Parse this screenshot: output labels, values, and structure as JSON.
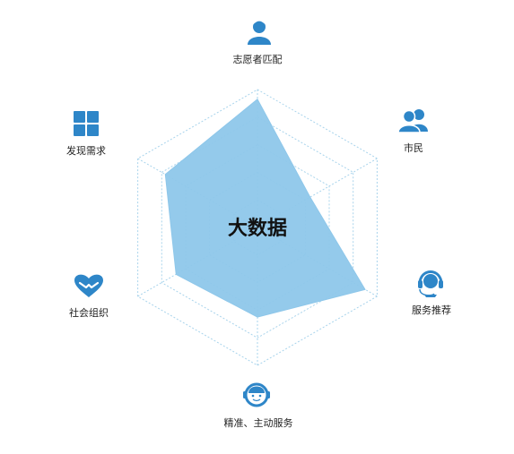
{
  "chart_data": {
    "type": "radar",
    "center_label": "大数据",
    "axes": [
      {
        "label": "志愿者匹配",
        "icon": "volunteer-user-icon"
      },
      {
        "label": "市民",
        "icon": "citizens-group-icon"
      },
      {
        "label": "服务推荐",
        "icon": "headset-service-icon"
      },
      {
        "label": "精准、主动服务",
        "icon": "smiling-agent-icon"
      },
      {
        "label": "社会组织",
        "icon": "heart-hands-icon"
      },
      {
        "label": "发现需求",
        "icon": "grid-tiles-icon"
      }
    ],
    "values": [
      0.93,
      0.44,
      0.9,
      0.65,
      0.68,
      0.77
    ],
    "rings": 5,
    "colors": {
      "fill": "#8ec7ea",
      "grid": "#a9d4ec",
      "icon": "#2e86c8"
    }
  }
}
